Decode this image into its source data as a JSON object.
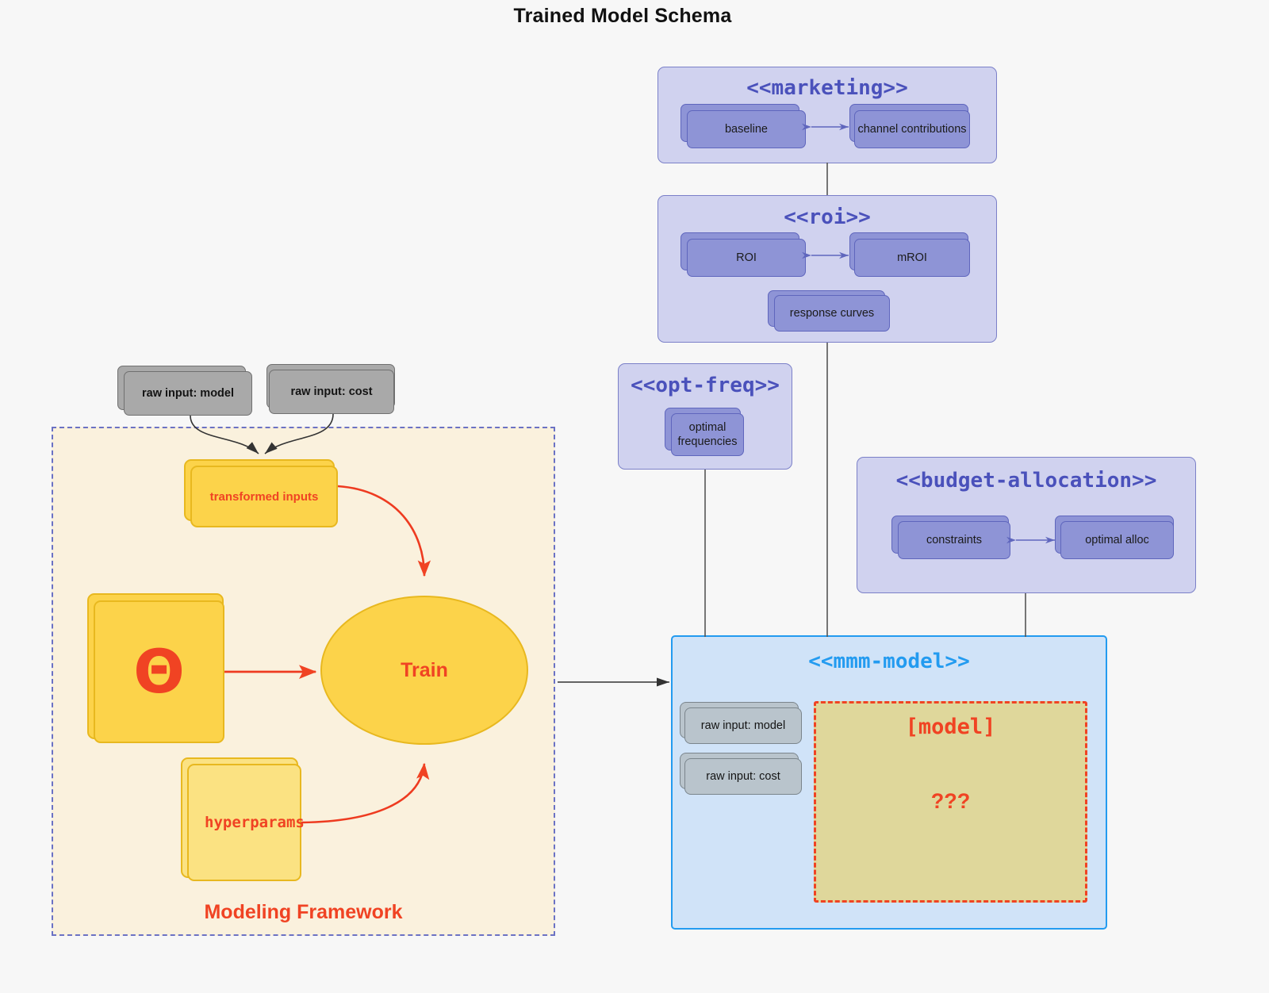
{
  "title": "Trained Model Schema",
  "colors": {
    "background": "#f7f7f7",
    "package_fill": "#d0d2ef",
    "package_border": "#7b80c8",
    "package_title": "#4a51bb",
    "node_fill": "#8e94d6",
    "node_border": "#5f66bd",
    "gray_fill": "#a9a9a9",
    "gray_border": "#707070",
    "gray_fill_inner": "#b9c4cc",
    "framework_fill": "#faf1dd",
    "framework_border": "#6b72c4",
    "yellow_fill": "#fcd34a",
    "yellow_fill_light": "#fbe282",
    "yellow_border": "#e8b81f",
    "accent_red": "#f04323",
    "mmm_fill": "#d0e3f8",
    "mmm_border": "#239bf0",
    "model_box_fill": "#dfd79b",
    "connector": "#555555"
  },
  "packages": {
    "marketing": {
      "title": "<<marketing>>",
      "nodes": [
        {
          "label": "baseline"
        },
        {
          "label": "channel contributions"
        }
      ]
    },
    "roi": {
      "title": "<<roi>>",
      "nodes": [
        {
          "label": "ROI"
        },
        {
          "label": "mROI"
        },
        {
          "label": "response curves"
        }
      ]
    },
    "opt_freq": {
      "title": "<<opt-freq>>",
      "nodes": [
        {
          "label_line1": "optimal",
          "label_line2": "frequencies"
        }
      ]
    },
    "budget_allocation": {
      "title": "<<budget-allocation>>",
      "nodes": [
        {
          "label": "constraints"
        },
        {
          "label": "optimal alloc"
        }
      ]
    },
    "mmm_model": {
      "title": "<<mmm-model>>",
      "inputs": [
        {
          "label": "raw input: model"
        },
        {
          "label": "raw input: cost"
        }
      ],
      "model_box": {
        "title": "[model]",
        "unknown": "???"
      }
    }
  },
  "raw_inputs": [
    {
      "label": "raw input: model"
    },
    {
      "label": "raw input: cost"
    }
  ],
  "framework": {
    "label": "Modeling Framework",
    "transformed_inputs": "transformed inputs",
    "theta": "Θ",
    "hyperparams": "hyperparams",
    "train": "Train"
  }
}
